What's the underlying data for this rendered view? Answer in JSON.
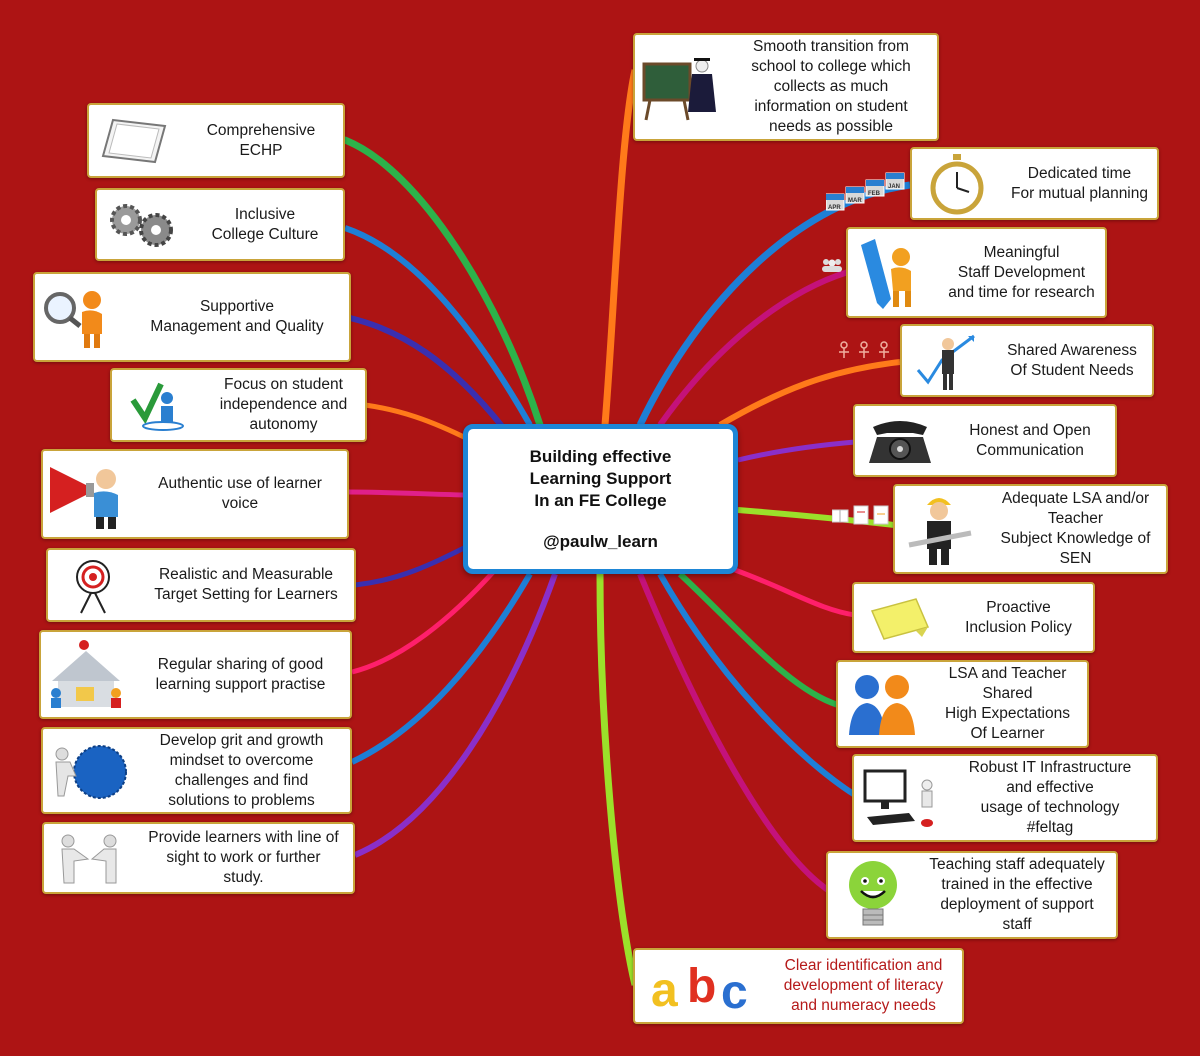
{
  "center": {
    "title": "Building effective\nLearning Support\nIn an FE College",
    "handle": "@paulw_learn"
  },
  "nodes": {
    "echp": "Comprehensive\nECHP",
    "culture": "Inclusive\nCollege Culture",
    "management": "Supportive\nManagement and Quality",
    "independence": "Focus on student\nindependence and\nautonomy",
    "voice": "Authentic use of learner\nvoice",
    "targets": "Realistic and Measurable\nTarget Setting for Learners",
    "sharing": "Regular sharing of good\nlearning support practise",
    "grit": "Develop grit and growth\nmindset to overcome\nchallenges and find\nsolutions to problems",
    "sight": "Provide learners with line of\nsight to work or further\nstudy.",
    "transition": "Smooth transition from\nschool to college which\ncollects as much\ninformation on student\nneeds as possible",
    "time": "Dedicated time\nFor mutual planning",
    "staffdev": "Meaningful\nStaff Development\nand time for research",
    "awareness": "Shared Awareness\nOf Student Needs",
    "communication": "Honest and Open\nCommunication",
    "lsa_knowledge": "Adequate LSA and/or\nTeacher\nSubject Knowledge of\nSEN",
    "policy": "Proactive\nInclusion Policy",
    "expectations": "LSA and Teacher\nShared\nHigh Expectations\nOf Learner",
    "it": "Robust IT Infrastructure\nand effective\nusage of technology\n#feltag",
    "training": "Teaching staff adequately\ntrained in the effective\ndeployment of support staff",
    "literacy": "Clear identification and\ndevelopment of literacy\nand numeracy needs"
  },
  "calendar_labels": [
    "APR",
    "MAR",
    "FEB",
    "JAN"
  ],
  "abc": [
    "a",
    "b",
    "c"
  ],
  "colors": {
    "background": "#ad1414",
    "center_border": "#1e86d6",
    "node_border": "#c9a43a",
    "literacy_text": "#b51a1a",
    "branches": [
      "#2db24a",
      "#1e7fd6",
      "#3a2fb0",
      "#ff7a1a",
      "#e0208a",
      "#ff1f6b",
      "#8a2fc9",
      "#9be02a",
      "#ff8a00",
      "#c4127a"
    ]
  }
}
